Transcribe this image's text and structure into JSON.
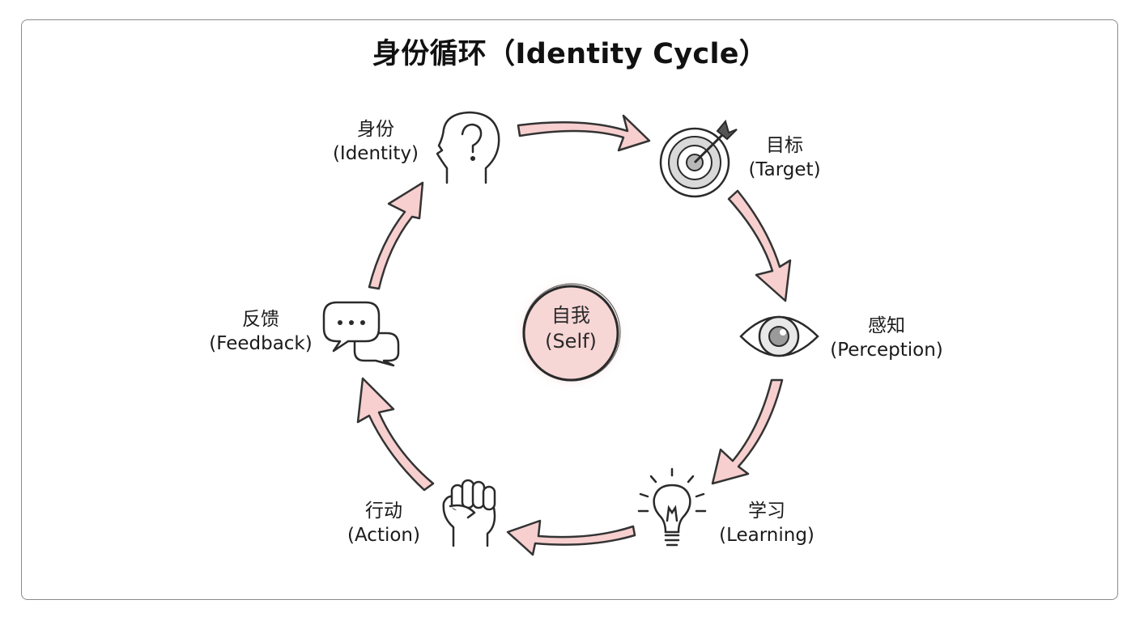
{
  "title": "身份循环（Identity Cycle）",
  "center": {
    "zh": "自我",
    "en": "(Self)"
  },
  "colors": {
    "arrow_fill": "#f7cfcf",
    "arrow_stroke": "#333333",
    "center_fill": "#f6d2d2",
    "stroke": "#2a2a2a"
  },
  "nodes": [
    {
      "id": "identity",
      "zh": "身份",
      "en": "(Identity)",
      "icon": "head-question-icon"
    },
    {
      "id": "target",
      "zh": "目标",
      "en": "(Target)",
      "icon": "target-icon"
    },
    {
      "id": "perception",
      "zh": "感知",
      "en": "(Perception)",
      "icon": "eye-icon"
    },
    {
      "id": "learning",
      "zh": "学习",
      "en": "(Learning)",
      "icon": "lightbulb-icon"
    },
    {
      "id": "action",
      "zh": "行动",
      "en": "(Action)",
      "icon": "fist-icon"
    },
    {
      "id": "feedback",
      "zh": "反馈",
      "en": "(Feedback)",
      "icon": "speech-bubbles-icon"
    }
  ],
  "edges": [
    {
      "from": "identity",
      "to": "target"
    },
    {
      "from": "target",
      "to": "perception"
    },
    {
      "from": "perception",
      "to": "learning"
    },
    {
      "from": "learning",
      "to": "action"
    },
    {
      "from": "action",
      "to": "feedback"
    },
    {
      "from": "feedback",
      "to": "identity"
    }
  ]
}
